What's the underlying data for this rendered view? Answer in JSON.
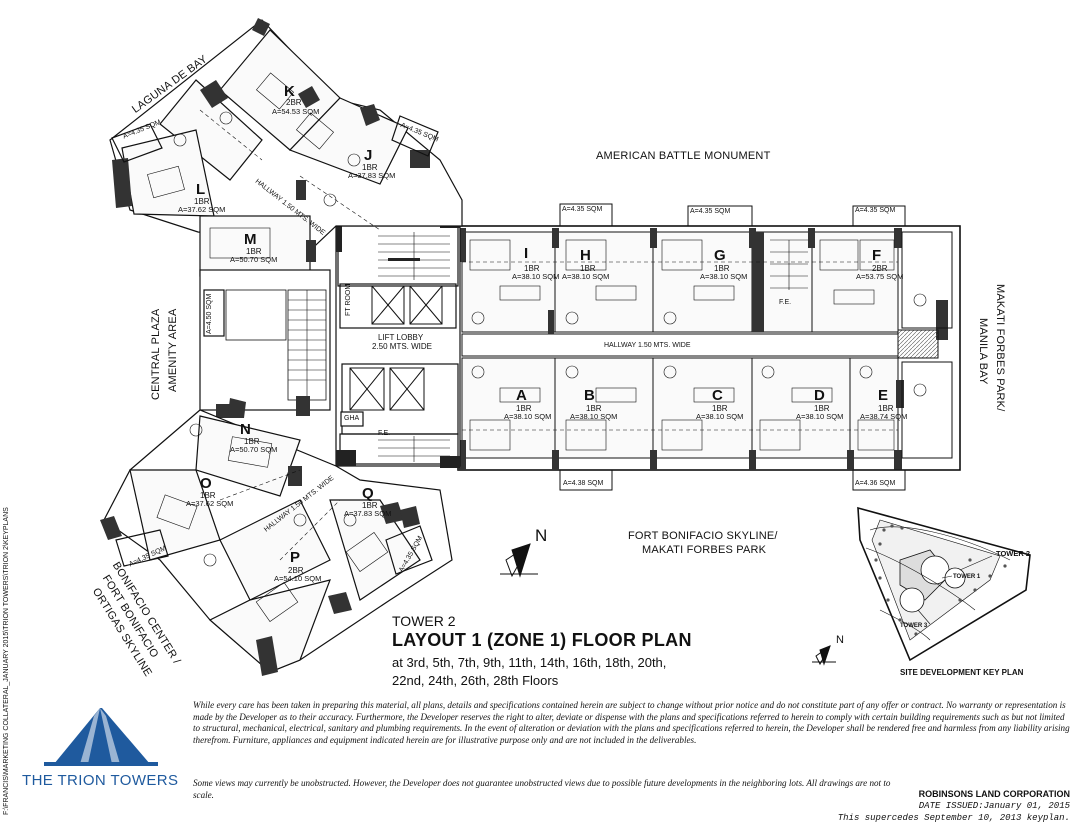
{
  "views": {
    "laguna_de_bay": "LAGUNA DE BAY",
    "american_battle_monument": "AMERICAN BATTLE MONUMENT",
    "central_plaza_line1": "CENTRAL PLAZA",
    "central_plaza_line2": "AMENITY AREA",
    "makati_forbes_line1": "MAKATI FORBES PARK/",
    "makati_forbes_line2": "MANILA BAY",
    "fort_bonifacio_line1": "FORT BONIFACIO SKYLINE/",
    "fort_bonifacio_line2": "MAKATI FORBES PARK",
    "bgc_line1": "BONIFACIO CENTER /",
    "bgc_line2": "FORT BONIFACIO",
    "bgc_line3": "ORTIGAS SKYLINE"
  },
  "circulation": {
    "lift_lobby": "LIFT  LOBBY",
    "lift_lobby_width": "2.50 MTS. WIDE",
    "hallway_main": "HALLWAY 1.50 MTS. WIDE",
    "hallway_upper": "HALLWAY 1.50 MTS. WIDE",
    "hallway_lower": "HALLWAY 1.50 MTS. WIDE",
    "fe_1": "F.E.",
    "fe_2": "F.E.",
    "gha": "GHA",
    "ft_room": "FT ROOM"
  },
  "units": [
    {
      "letter": "K",
      "type": "2BR",
      "area": "A=54.53 SQM"
    },
    {
      "letter": "J",
      "type": "1BR",
      "area": "A=37.83 SQM"
    },
    {
      "letter": "L",
      "type": "1BR",
      "area": "A=37.62 SQM"
    },
    {
      "letter": "M",
      "type": "1BR",
      "area": "A=50.70 SQM"
    },
    {
      "letter": "I",
      "type": "1BR",
      "area": "A=38.10 SQM"
    },
    {
      "letter": "H",
      "type": "1BR",
      "area": "A=38.10 SQM"
    },
    {
      "letter": "G",
      "type": "1BR",
      "area": "A=38.10 SQM"
    },
    {
      "letter": "F",
      "type": "2BR",
      "area": "A=53.75 SQM"
    },
    {
      "letter": "A",
      "type": "1BR",
      "area": "A=38.10 SQM"
    },
    {
      "letter": "B",
      "type": "1BR",
      "area": "A=38.10 SQM"
    },
    {
      "letter": "C",
      "type": "1BR",
      "area": "A=38.10 SQM"
    },
    {
      "letter": "D",
      "type": "1BR",
      "area": "A=38.10 SQM"
    },
    {
      "letter": "E",
      "type": "1BR",
      "area": "A=38.74 SQM"
    },
    {
      "letter": "N",
      "type": "1BR",
      "area": "A=50.70 SQM"
    },
    {
      "letter": "O",
      "type": "1BR",
      "area": "A=37.62 SQM"
    },
    {
      "letter": "Q",
      "type": "1BR",
      "area": "A=37.83 SQM"
    },
    {
      "letter": "P",
      "type": "2BR",
      "area": "A=54.10 SQM"
    }
  ],
  "balconies": {
    "b_top_left": "A=4.35 SQM",
    "b_top_mid": "A=4.35 SQM",
    "b_top_right": "A=4.35 SQM",
    "b_bottom_left": "A=4.38 SQM",
    "b_bottom_right": "A=4.36 SQM",
    "b_l_wing": "A=4.35 SQM",
    "b_j_wing": "A=4.35 SQM",
    "b_m_wing": "A=4.50 SQM",
    "b_o_wing": "A=4.35 SQM",
    "b_q_wing": "A=4.35 SQM"
  },
  "north": "N",
  "title": {
    "tower": "TOWER 2",
    "layout": "LAYOUT 1 (ZONE 1) FLOOR PLAN",
    "floors_1": "at 3rd, 5th, 7th, 9th, 11th, 14th, 16th, 18th, 20th,",
    "floors_2": "22nd, 24th, 26th, 28th Floors"
  },
  "keyplan": {
    "title": "SITE DEVELOPMENT KEY PLAN",
    "tower2": "TOWER 2",
    "tower1": "TOWER 1",
    "tower3": "TOWER 3",
    "north": "N"
  },
  "disclaimer": "While every care has been taken in preparing this material, all plans, details and specifications contained herein are subject to change without prior notice and do not constitute part of any offer or contract. No warranty or representation is made by the Developer as to their accuracy. Furthermore, the Developer reserves the right to alter, deviate or dispense with the plans and specifications referred to herein to comply with certain building requirements such as but not limited to structural, mechanical, electrical, sanitary and plumbing requirements. In the event of alteration or deviation with the plans and specifications referred to herein, the Developer shall be rendered free and harmless from any liability arising therefrom. Furniture, appliances and equipment indicated herein are for illustrative purpose only and are not included in the deliverables.",
  "views_note": "Some views may currently be unobstructed. However, the Developer does not guarantee unobstructed views due to possible future developments in the neighboring lots. All drawings are not to scale.",
  "developer": "ROBINSONS LAND CORPORATION",
  "date_issued": "DATE ISSUED:January 01, 2015",
  "supersedes": "This supercedes September 10, 2013 keyplan.",
  "brand": "THE TRION TOWERS",
  "brand_color": "#1f5a9e",
  "file_path": "F:\\FRANCIS\\MARKETING COLLATERAL_JANUARY 2015\\TRION TOWERS\\TRION 2\\KEYPLANS"
}
